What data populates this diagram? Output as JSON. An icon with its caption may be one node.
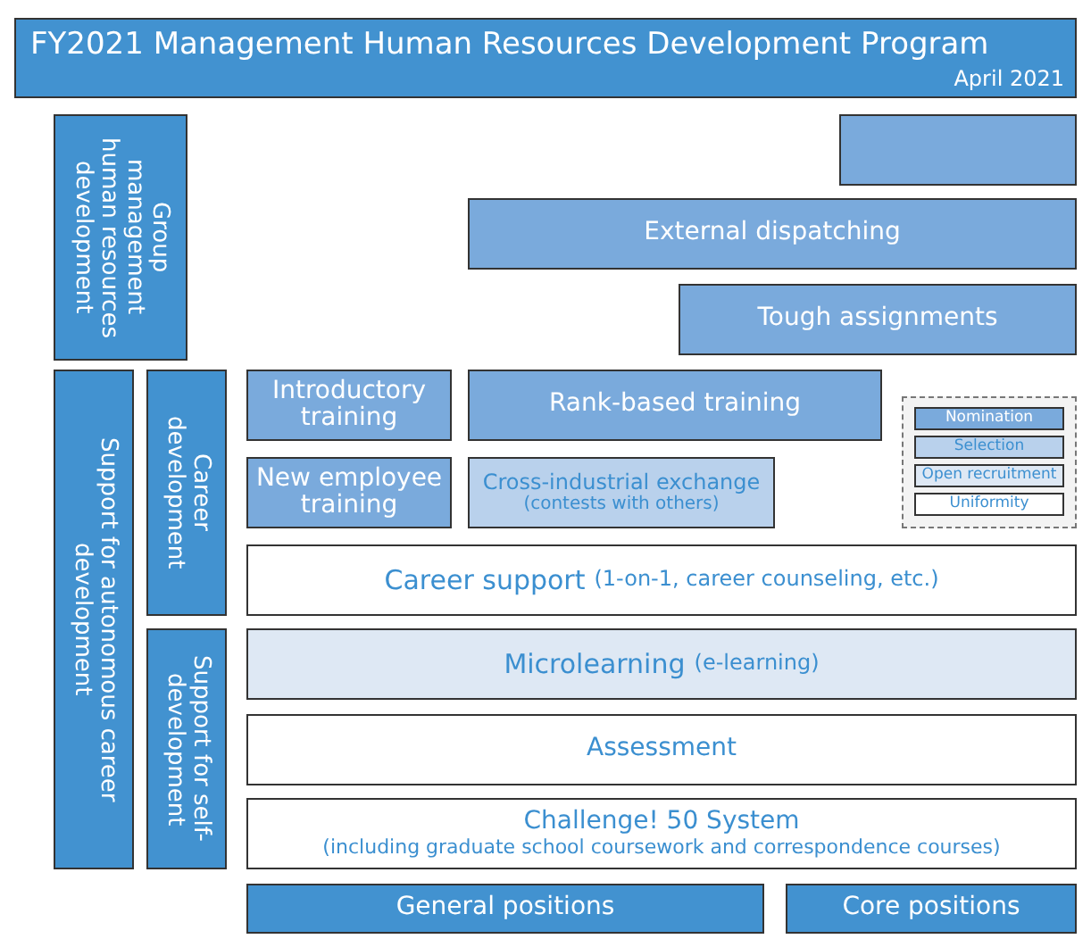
{
  "diagram": {
    "title": "FY2021 Management Human Resources Development Program",
    "nodes": [
      {
        "text": [
          "Group management human resources development"
        ]
      },
      {
        "text": [],
        "shape": "box"
      },
      {
        "text": [
          "External dispatching"
        ]
      },
      {
        "text": [
          "Tough assignments"
        ]
      },
      {
        "text": [
          "Support for autonomous career development"
        ]
      },
      {
        "text": [
          "Career development"
        ]
      },
      {
        "text": [
          "Support for self-development"
        ]
      },
      {
        "text": [
          "Introductory training"
        ]
      },
      {
        "text": [
          "Rank-based training"
        ]
      },
      {
        "text": [
          "New employee training"
        ]
      },
      {
        "text": [
          "Cross-industrial exchange",
          "(contests with others)"
        ]
      },
      {
        "text": [
          "Career support",
          "(1-on-1, career counseling, etc.)"
        ]
      },
      {
        "text": [
          "Microlearning",
          "(e-learning)"
        ]
      },
      {
        "text": [
          "Assessment"
        ]
      },
      {
        "text": [
          "Challenge! 50 System",
          "(including graduate school coursework and correspondence courses)"
        ]
      },
      {
        "text": [
          "General positions"
        ]
      },
      {
        "text": [
          "Core positions"
        ]
      }
    ],
    "labels": [
      "April 2021"
    ],
    "legend": [
      {
        "text": "Nomination",
        "color": "#7aaadc"
      },
      {
        "text": "Selection",
        "color": "#b9d1ec"
      },
      {
        "text": "Open recruitment",
        "color": "#dee8f4"
      },
      {
        "text": "Uniformity",
        "color": "#ffffff"
      }
    ]
  }
}
